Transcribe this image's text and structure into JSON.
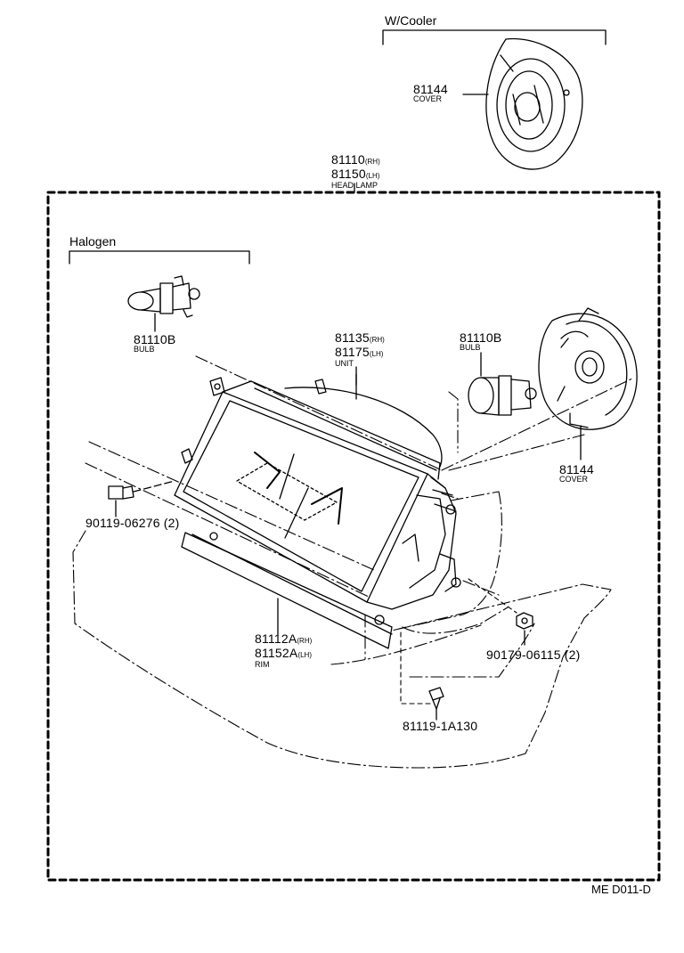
{
  "groups": {
    "w_cooler": "W/Cooler",
    "halogen": "Halogen"
  },
  "head_lamp": {
    "pn_rh": "81110",
    "rh": "(RH)",
    "pn_lh": "81150",
    "lh": "(LH)",
    "name": "HEAD LAMP"
  },
  "cover_top": {
    "pn": "81144",
    "name": "COVER"
  },
  "bulb_left": {
    "pn": "81110B",
    "name": "BULB"
  },
  "unit": {
    "pn_rh": "81135",
    "rh": "(RH)",
    "pn_lh": "81175",
    "lh": "(LH)",
    "name": "UNIT"
  },
  "bulb_right": {
    "pn": "81110B",
    "name": "BULB"
  },
  "cover_right": {
    "pn": "81144",
    "name": "COVER"
  },
  "screw_left": {
    "pn": "90119-06276",
    "qty": "(2)"
  },
  "rim": {
    "pn_rh": "81112A",
    "rh": "(RH)",
    "pn_lh": "81152A",
    "lh": "(LH)",
    "name": "RIM"
  },
  "nut": {
    "pn": "90179-06115",
    "qty": "(2)"
  },
  "screw_bottom": {
    "pn": "81119-1A130"
  },
  "diagram_code": "ME D011-D"
}
